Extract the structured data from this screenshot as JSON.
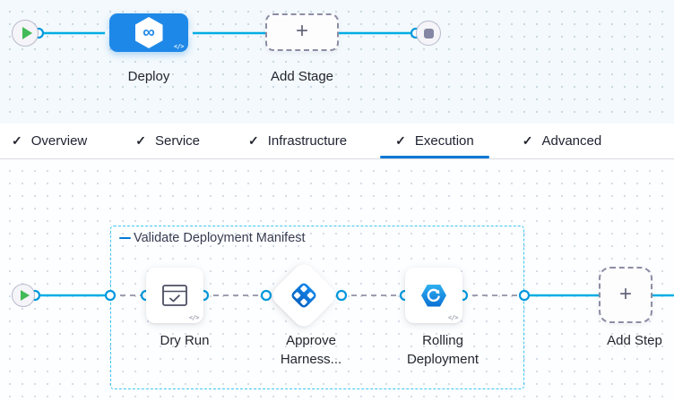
{
  "colors": {
    "accent_blue": "#0278d5",
    "node_blue": "#1e88e8",
    "line_cyan": "#00ade4",
    "group_border": "#41c6f2",
    "play_green": "#42ba57"
  },
  "stage_panel": {
    "deploy_node": {
      "label": "Deploy",
      "icon_glyph": "∞",
      "code_badge": "</>"
    },
    "add_stage": {
      "label": "Add Stage",
      "plus": "+"
    }
  },
  "tabs": {
    "check_glyph": "✓",
    "items": [
      {
        "label": "Overview"
      },
      {
        "label": "Service"
      },
      {
        "label": "Infrastructure"
      },
      {
        "label": "Execution"
      },
      {
        "label": "Advanced"
      }
    ],
    "active": "Execution"
  },
  "execution_panel": {
    "group": {
      "label": "Validate Deployment Manifest"
    },
    "steps": [
      {
        "label": "Dry Run",
        "code_badge": "</>"
      },
      {
        "label_line1": "Approve",
        "label_line2": "Harness..."
      },
      {
        "label_line1": "Rolling",
        "label_line2": "Deployment",
        "code_badge": "</>"
      }
    ],
    "add_step": {
      "label": "Add Step",
      "plus": "+"
    }
  }
}
